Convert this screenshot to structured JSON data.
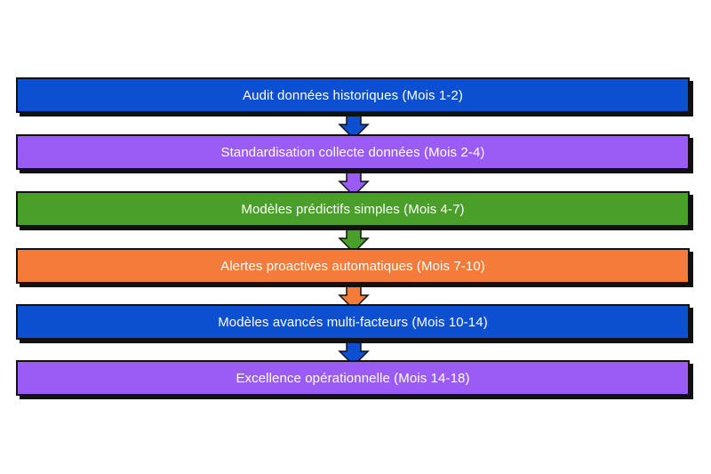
{
  "steps": [
    {
      "label": "Audit données historiques (Mois 1-2)",
      "color": "#0c4fd1"
    },
    {
      "label": "Standardisation collecte données (Mois 2-4)",
      "color": "#9b5cf6"
    },
    {
      "label": "Modèles prédictifs simples (Mois 4-7)",
      "color": "#4a9e2a"
    },
    {
      "label": "Alertes proactives automatiques (Mois 7-10)",
      "color": "#f47b3a"
    },
    {
      "label": "Modèles avancés multi-facteurs (Mois 10-14)",
      "color": "#0c4fd1"
    },
    {
      "label": "Excellence opérationnelle (Mois 14-18)",
      "color": "#9b5cf6"
    }
  ]
}
